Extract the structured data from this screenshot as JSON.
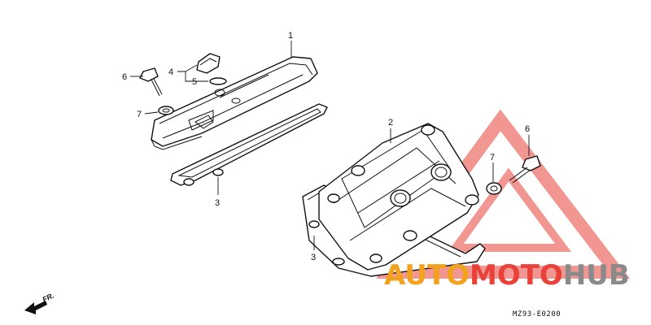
{
  "callouts": {
    "c1": "1",
    "c2": "2",
    "c3a": "3",
    "c3b": "3",
    "c4": "4",
    "c5": "5",
    "c6a": "6",
    "c6b": "6",
    "c7a": "7",
    "c7b": "7"
  },
  "direction_label": "FR.",
  "diagram_code": "MZ93-E0200",
  "watermark": {
    "part1": "AUTO",
    "part2": "MOTO",
    "part3": "HUB",
    "color_orange": "#f3a21d",
    "color_red": "#e8423a",
    "color_grey": "#8a8a8a"
  }
}
